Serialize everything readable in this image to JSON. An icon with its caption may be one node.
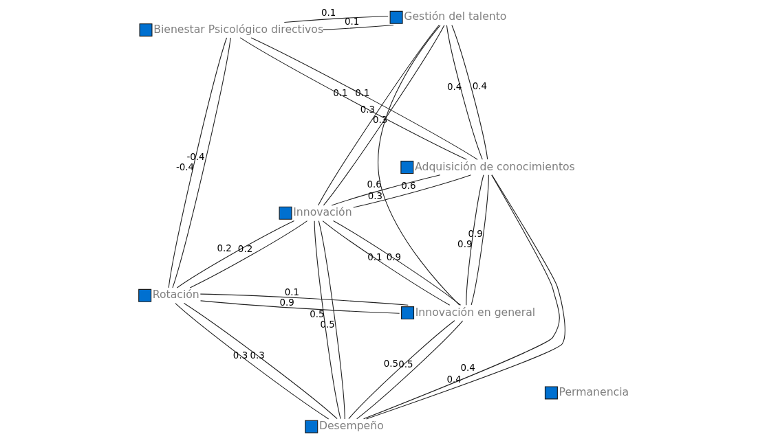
{
  "diagram": {
    "nodes": [
      {
        "text": [
          "Permanencia"
        ]
      },
      {
        "text": [
          "Rotación"
        ]
      },
      {
        "text": [
          "Desempeño"
        ]
      },
      {
        "text": [
          "Bienestar Psicológico directivos"
        ]
      },
      {
        "text": [
          "Innovación"
        ]
      },
      {
        "text": [
          "Adquisición de conocimientos"
        ]
      },
      {
        "text": [
          "Gestión del talento"
        ]
      },
      {
        "text": [
          "Innovación en general"
        ]
      }
    ],
    "edges": [
      {
        "from": 3,
        "to": 1,
        "arrow": "none",
        "label": "-0.4"
      },
      {
        "from": 1,
        "to": 3,
        "arrow": "none",
        "label": "-0.4"
      },
      {
        "from": 1,
        "to": 2,
        "arrow": "none",
        "label": "0.3"
      },
      {
        "from": 2,
        "to": 1,
        "arrow": "none",
        "label": "0.3"
      },
      {
        "from": 1,
        "to": 4,
        "arrow": "none",
        "label": "0.2"
      },
      {
        "from": 4,
        "to": 1,
        "arrow": "none",
        "label": "0.2"
      },
      {
        "from": 1,
        "to": 7,
        "arrow": "none",
        "label": "0.1"
      },
      {
        "from": 7,
        "to": 1,
        "arrow": "none",
        "label": "0.9"
      },
      {
        "from": 2,
        "to": 5,
        "arrow": "none",
        "label": "0.4"
      },
      {
        "from": 5,
        "to": 2,
        "arrow": "none",
        "label": "0.4"
      },
      {
        "from": 2,
        "to": 4,
        "arrow": "none",
        "label": "0.5"
      },
      {
        "from": 4,
        "to": 2,
        "arrow": "none",
        "label": "0.5"
      },
      {
        "from": 2,
        "to": 7,
        "arrow": "none",
        "label": "0.5"
      },
      {
        "from": 7,
        "to": 2,
        "arrow": "none",
        "label": "0.5"
      },
      {
        "from": 3,
        "to": 5,
        "arrow": "none",
        "label": "0.1"
      },
      {
        "from": 5,
        "to": 3,
        "arrow": "none",
        "label": "0.1"
      },
      {
        "from": 3,
        "to": 6,
        "arrow": "none",
        "label": "0.1"
      },
      {
        "from": 6,
        "to": 3,
        "arrow": "none",
        "label": "0.1"
      },
      {
        "from": 4,
        "to": 5,
        "arrow": "none",
        "label": "0.6"
      },
      {
        "from": 5,
        "to": 4,
        "arrow": "none",
        "label": "0.6"
      },
      {
        "from": 4,
        "to": 7,
        "arrow": "none",
        "label": "0.9"
      },
      {
        "from": 7,
        "to": 4,
        "arrow": "none",
        "label": "0.1"
      },
      {
        "from": 4,
        "to": 6,
        "arrow": "none",
        "label": "0.3"
      },
      {
        "from": 6,
        "to": 4,
        "arrow": "none",
        "label": "0.3"
      },
      {
        "from": 5,
        "to": 6,
        "arrow": "none",
        "label": "0.4"
      },
      {
        "from": 6,
        "to": 5,
        "arrow": "none",
        "label": "0.4"
      },
      {
        "from": 5,
        "to": 7,
        "arrow": "none",
        "label": "0.9"
      },
      {
        "from": 7,
        "to": 5,
        "arrow": "none",
        "label": "0.9"
      },
      {
        "from": 7,
        "to": 6,
        "arrow": "none",
        "label": "0.3"
      }
    ]
  }
}
